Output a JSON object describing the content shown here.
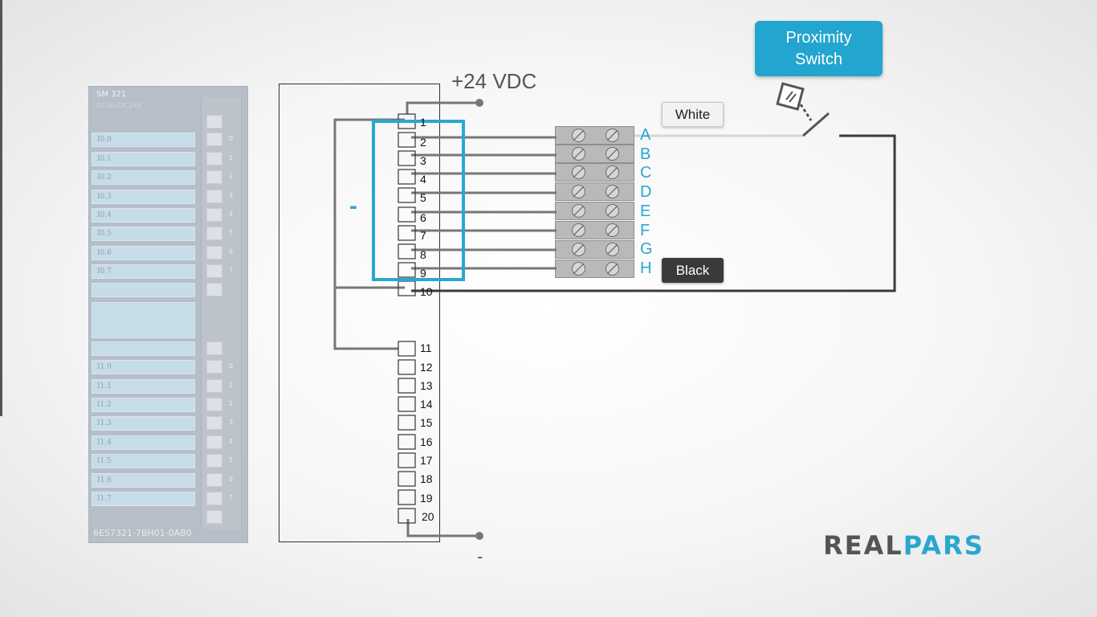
{
  "module": {
    "name": "SM 321",
    "type": "DI16xDC24V",
    "order_number": "6ES7321-7BH01-0AB0",
    "group1_rows": [
      "I0.0",
      "I0.1",
      "I0.2",
      "I0.3",
      "I0.4",
      "I0.5",
      "I0.6",
      "I0.7"
    ],
    "group2_rows": [
      "I1.0",
      "I1.1",
      "I1.2",
      "I1.3",
      "I1.4",
      "I1.5",
      "I1.6",
      "I1.7"
    ],
    "bit_numbers": [
      "0",
      "1",
      "2",
      "3",
      "4",
      "5",
      "6",
      "7"
    ]
  },
  "connector": {
    "terminals": [
      "1",
      "2",
      "3",
      "4",
      "5",
      "6",
      "7",
      "8",
      "9",
      "10",
      "11",
      "12",
      "13",
      "14",
      "15",
      "16",
      "17",
      "18",
      "19",
      "20"
    ],
    "selection_mark": "-"
  },
  "supply": {
    "positive_label": "+24 VDC",
    "negative_label": "-"
  },
  "terminal_block": {
    "letters": [
      "A",
      "B",
      "C",
      "D",
      "E",
      "F",
      "G",
      "H"
    ]
  },
  "wires": {
    "white_label": "White",
    "black_label": "Black"
  },
  "device": {
    "label_line1": "Proximity",
    "label_line2": "Switch"
  },
  "logo": {
    "part1": "REAL",
    "part2": "PARS"
  },
  "colors": {
    "accent": "#2aa7cf",
    "wire": "#777777",
    "black_wire": "#3a3a3a",
    "white_wire": "#d6d6d6"
  }
}
